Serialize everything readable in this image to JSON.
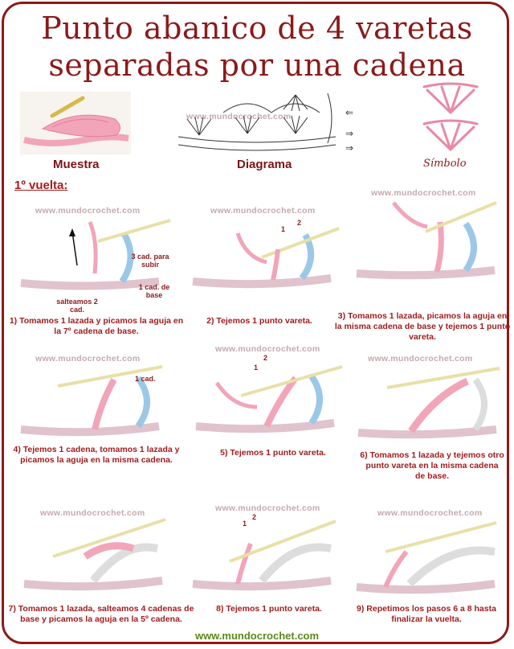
{
  "title": {
    "line1": "Punto abanico de 4 varetas",
    "line2": "separadas por una cadena"
  },
  "header": {
    "muestra": "Muestra",
    "diagrama": "Diagrama",
    "simbolo": "Símbolo",
    "watermark": "www.mundocrochet.com"
  },
  "section": {
    "vuelta": "1º vuelta:"
  },
  "steps": [
    {
      "caption": "1) Tomamos 1 lazada y picamos la aguja en la 7º cadena de base."
    },
    {
      "caption": "2) Tejemos 1 punto vareta."
    },
    {
      "caption": "3) Tomamos 1 lazada, picamos la aguja en la misma cadena de base y tejemos 1 punto vareta."
    },
    {
      "caption": "4) Tejemos 1 cadena, tomamos 1 lazada y picamos la aguja en la misma cadena."
    },
    {
      "caption": "5) Tejemos 1 punto vareta."
    },
    {
      "caption": "6) Tomamos 1 lazada y tejemos otro punto vareta en la misma cadena de base."
    },
    {
      "caption": "7) Tomamos 1 lazada, salteamos 4 cadenas de base y picamos la aguja en la 5º cadena."
    },
    {
      "caption": "8) Tejemos 1 punto vareta."
    },
    {
      "caption": "9) Repetimos los pasos 6 a 8 hasta finalizar la vuelta."
    }
  ],
  "labels": {
    "subir": "3 cad. para subir",
    "base": "1 cad. de base",
    "saltea": "salteamos 2 cad.",
    "unacad": "1 cad.",
    "num1": "1",
    "num2": "2"
  },
  "footer": "www.mundocrochet.com",
  "colors": {
    "accent": "#8b1a1a",
    "yarn_pink": "#f2a5b9",
    "yarn_blue": "#9cc8e8",
    "hook": "#e8e0a8"
  }
}
